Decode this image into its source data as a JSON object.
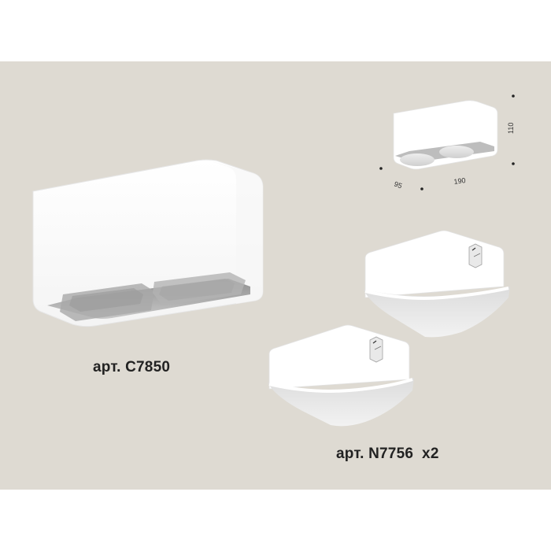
{
  "captions": {
    "housing": "арт. C7850",
    "module": "арт. N7756  x2"
  },
  "dimensions": {
    "height": "110",
    "depth": "95",
    "width": "190"
  },
  "colors": {
    "background": "#dedad2",
    "housing_white": "#ffffff",
    "inner_shadow": "#b9b9b9",
    "text": "#222222"
  }
}
